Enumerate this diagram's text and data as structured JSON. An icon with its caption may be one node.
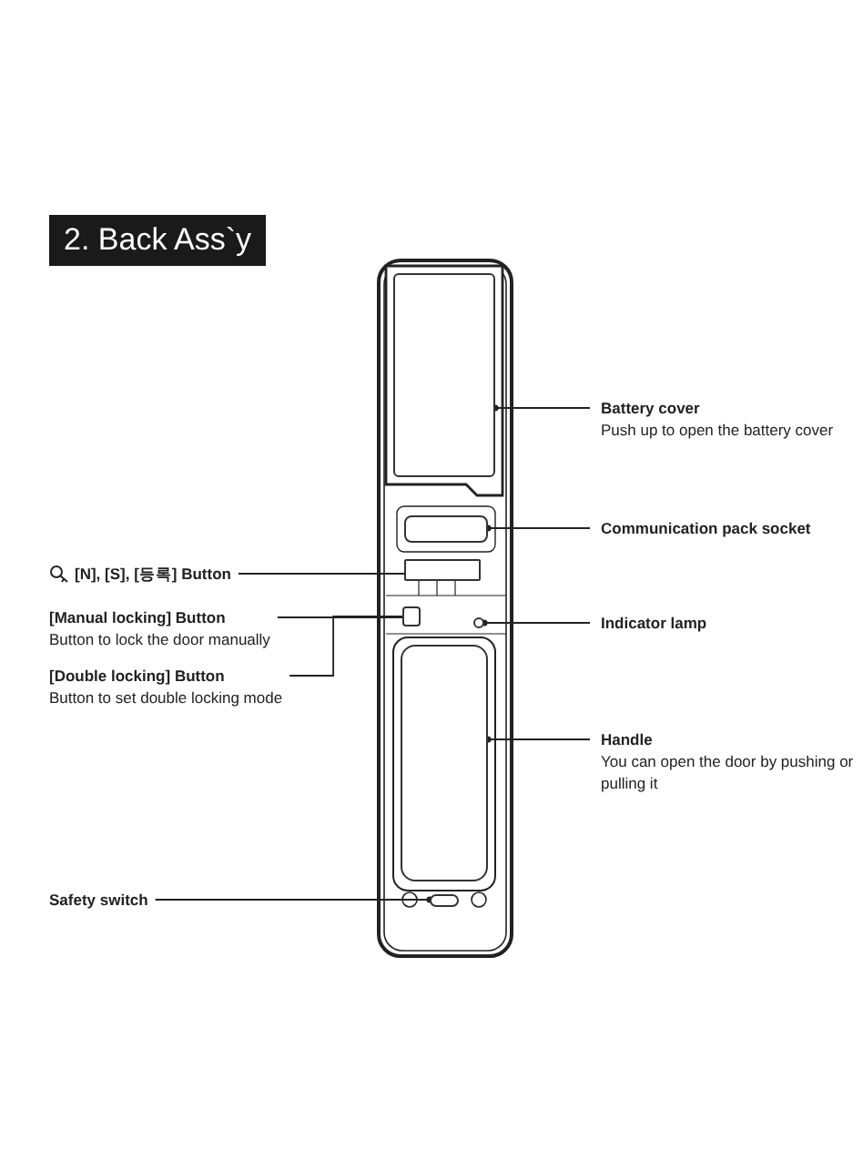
{
  "diagram": {
    "title": "2. Back Ass`y",
    "nodes": [
      {
        "text": [
          "Battery cover",
          "Push up to open the battery cover"
        ]
      },
      {
        "text": [
          "Communication pack socket"
        ]
      },
      {
        "text": [
          "[N], [S], [등록] Button"
        ]
      },
      {
        "text": [
          "[Manual locking] Button",
          "Button to lock the door manually"
        ]
      },
      {
        "text": [
          "[Double locking] Button",
          "Button to set double locking mode"
        ]
      },
      {
        "text": [
          "Indicator lamp"
        ]
      },
      {
        "text": [
          "Handle",
          "You can open the door by pushing or pulling it"
        ]
      },
      {
        "text": [
          "Safety switch"
        ]
      },
      {
        "text": [],
        "shape": "box"
      },
      {
        "text": [],
        "shape": "box"
      },
      {
        "text": [],
        "shape": "box"
      },
      {
        "text": [],
        "shape": "box"
      },
      {
        "text": [],
        "shape": "circle"
      },
      {
        "text": [],
        "shape": "box"
      },
      {
        "text": [],
        "shape": "box"
      }
    ],
    "edges": [
      {
        "from": 0,
        "to": 8,
        "arrow": "other"
      },
      {
        "from": 1,
        "to": 9,
        "arrow": "other"
      },
      {
        "from": 2,
        "to": 10,
        "arrow": "none"
      },
      {
        "from": 3,
        "to": 11,
        "arrow": "none"
      },
      {
        "from": 4,
        "to": 11,
        "arrow": "none"
      },
      {
        "from": 5,
        "to": 12,
        "arrow": "other"
      },
      {
        "from": 6,
        "to": 13,
        "arrow": "other"
      },
      {
        "from": 7,
        "to": 14,
        "arrow": "other"
      }
    ]
  }
}
